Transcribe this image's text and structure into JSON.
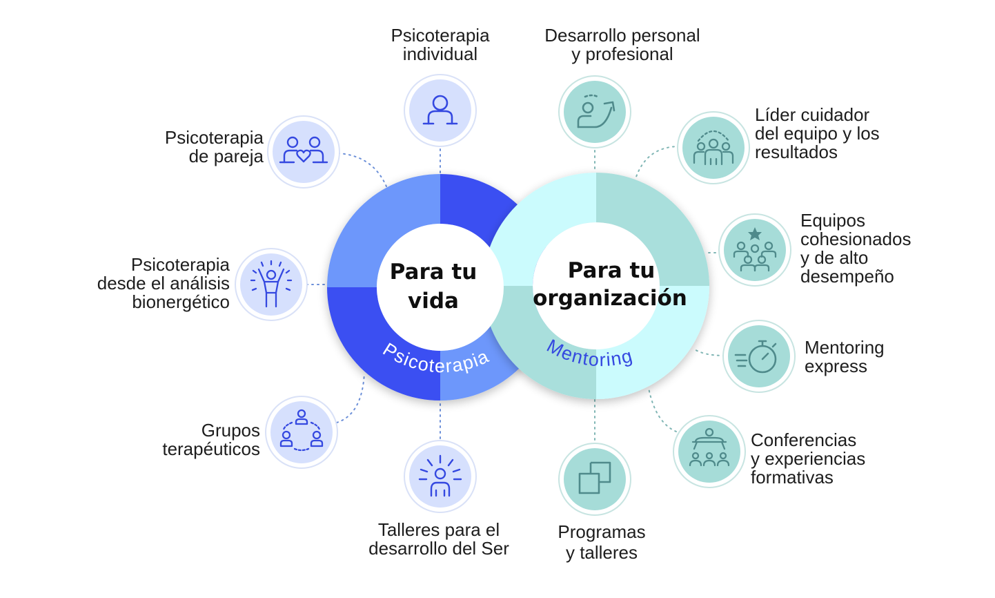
{
  "colors": {
    "blue_dark": "#3a4ff2",
    "blue_mid": "#6d97fb",
    "teal_dark": "#a9dfdc",
    "teal_light": "#cbfbfd",
    "blue_icon_bg": "#d6e0fd",
    "blue_icon_stroke": "#3448e0",
    "teal_icon_bg": "#a6dcd8",
    "teal_icon_stroke": "#4f8a8b"
  },
  "left_ring": {
    "center_line1": "Para tu",
    "center_line2": "vida",
    "arc_label": "Psicoterapia"
  },
  "right_ring": {
    "center_line1": "Para tu",
    "center_line2": "organización",
    "arc_label": "Mentoring"
  },
  "left_items": [
    {
      "icon": "person-icon",
      "lines": [
        "Psicoterapia",
        "individual"
      ]
    },
    {
      "icon": "couple-heart-icon",
      "lines": [
        "Psicoterapia",
        "de pareja"
      ]
    },
    {
      "icon": "energy-body-icon",
      "lines": [
        "Psicoterapia",
        "desde el análisis",
        "bionergético"
      ]
    },
    {
      "icon": "group-circle-icon",
      "lines": [
        "Grupos",
        "terapéuticos"
      ]
    },
    {
      "icon": "radiant-person-icon",
      "lines": [
        "Talleres para el",
        "desarrollo del Ser"
      ]
    }
  ],
  "right_items": [
    {
      "icon": "growth-person-icon",
      "lines": [
        "Desarrollo personal",
        "y profesional"
      ]
    },
    {
      "icon": "leader-team-icon",
      "lines": [
        "Líder cuidador",
        "del equipo y los",
        "resultados"
      ]
    },
    {
      "icon": "star-team-icon",
      "lines": [
        "Equipos",
        "cohesionados",
        "y de alto",
        "desempeño"
      ]
    },
    {
      "icon": "stopwatch-icon",
      "lines": [
        "Mentoring",
        "express"
      ]
    },
    {
      "icon": "conference-icon",
      "lines": [
        "Conferencias",
        "y experiencias",
        "formativas"
      ]
    },
    {
      "icon": "layers-icon",
      "lines": [
        "Programas",
        "y talleres"
      ]
    }
  ]
}
